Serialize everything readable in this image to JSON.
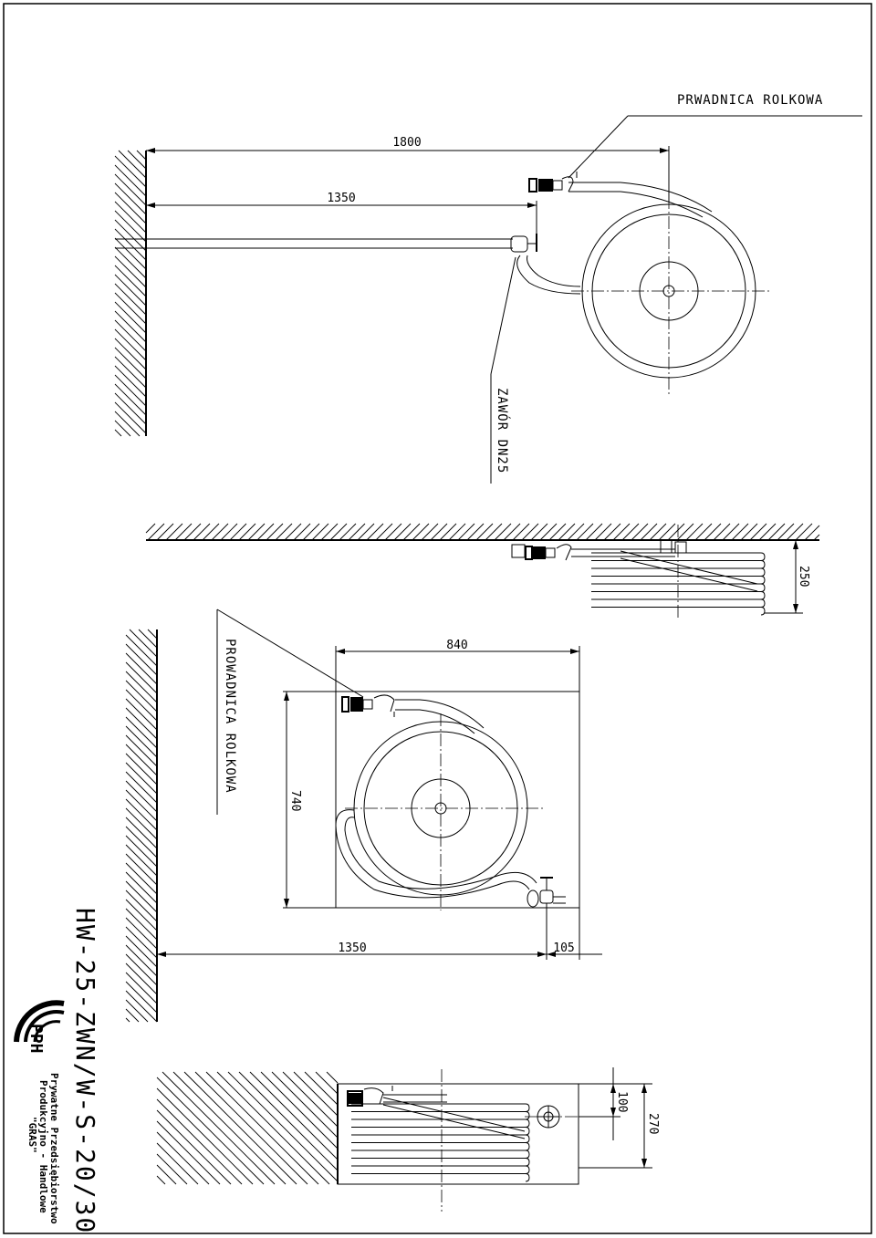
{
  "title": "HW-25-ZWN/W-S-20/30",
  "company": {
    "logo_text": "PPH",
    "line1": "Prywatne Przedsiębiorstwo",
    "line2": "Produkcyjno - Handlowe",
    "line3": "\"GRAS\""
  },
  "top_view": {
    "label_guide": "PRWADNICA ROLKOWA",
    "label_valve": "ZAWÓR DN25",
    "dim_total": "1800",
    "dim_valve": "1350"
  },
  "ceiling_view": {
    "dim_depth": "250"
  },
  "front_view": {
    "label_guide": "PROWADNICA ROLKOWA",
    "dim_width": "840",
    "dim_height": "740",
    "dim_floor": "1350",
    "dim_offset": "105"
  },
  "side_view": {
    "dim_a": "100",
    "dim_b": "270"
  },
  "colors": {
    "line": "#000000",
    "background": "#ffffff"
  }
}
